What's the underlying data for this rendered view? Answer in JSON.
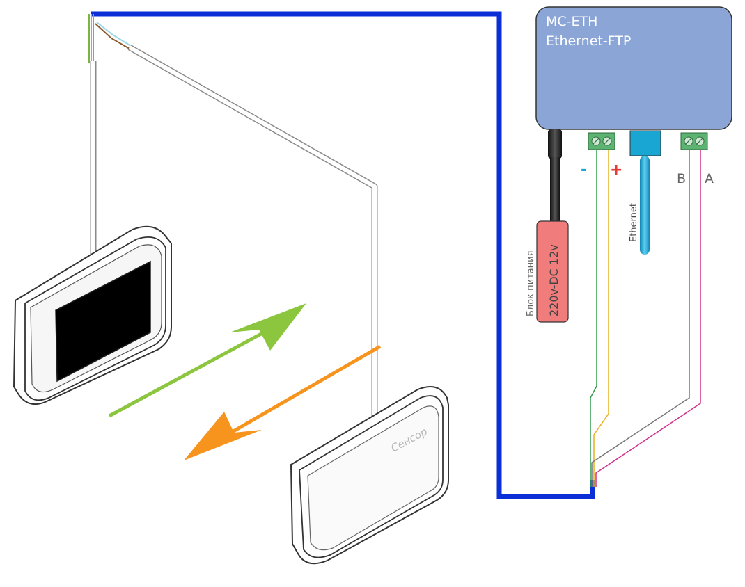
{
  "controller": {
    "line1": "MC-ETH",
    "line2": "Ethernet-FTP"
  },
  "terminals": {
    "minus": "-",
    "plus": "+",
    "b": "B",
    "a": "A"
  },
  "ethernet_label": "Ethernet",
  "power_supply": {
    "label": "Блок питания",
    "spec": "220v-DC 12v"
  },
  "sensor_label": "Сенсор",
  "colors": {
    "bus_blue": "#0a2fd6",
    "controller_fill": "#8ba6d6",
    "terminal_green": "#5db372",
    "ethernet_cyan": "#1aa6d2",
    "power_fill": "#f07c7c",
    "arrow_green": "#8cc63f",
    "arrow_orange": "#f7941d",
    "minus_color": "#1aa6d2",
    "plus_color": "#e53935"
  }
}
